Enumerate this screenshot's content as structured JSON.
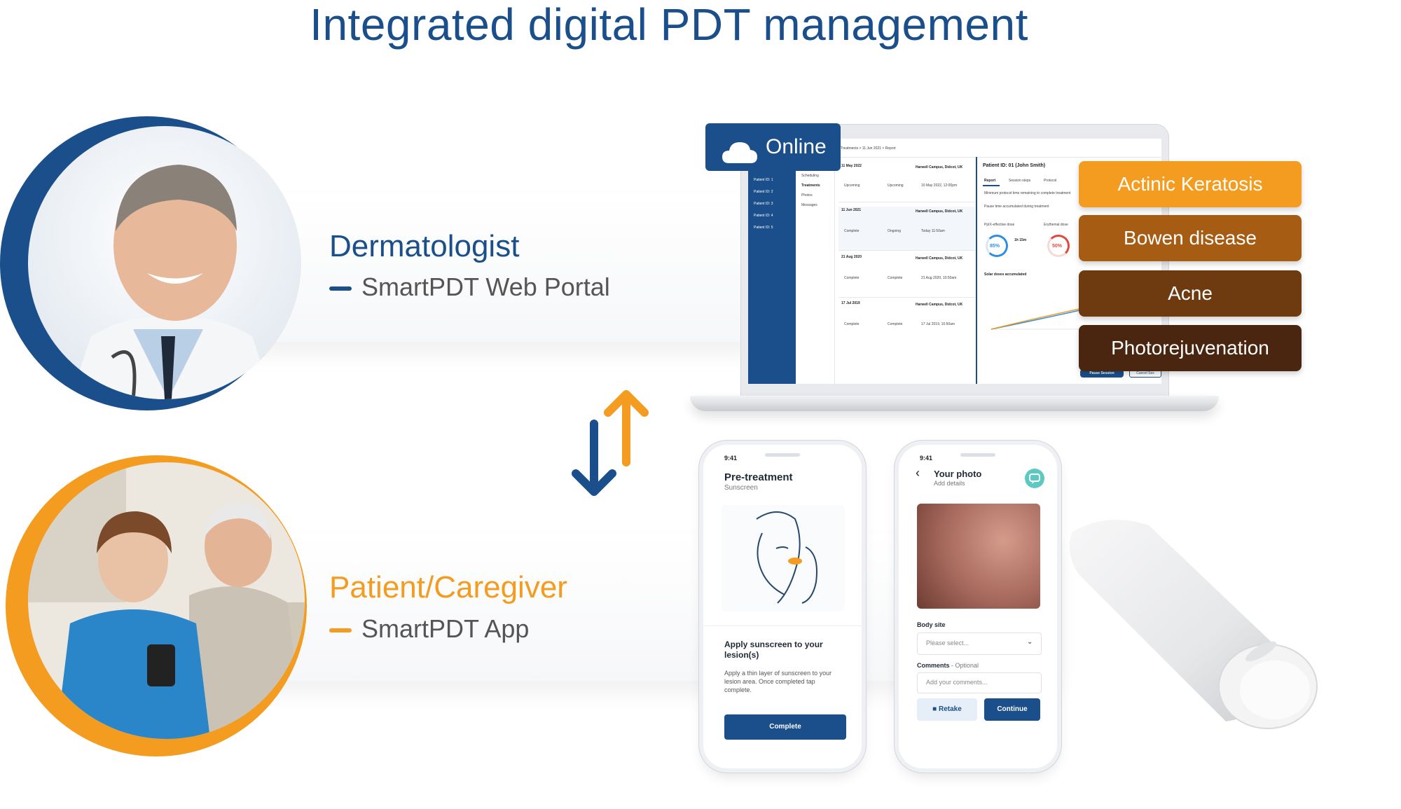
{
  "title": "Integrated digital PDT management",
  "dermatologist": {
    "role": "Dermatologist",
    "product": "SmartPDT Web Portal",
    "accent": "#1a4f8b"
  },
  "patient": {
    "role": "Patient/Caregiver",
    "product": "SmartPDT App",
    "accent": "#f39c1f"
  },
  "online_badge": {
    "label": "Online",
    "icon": "cloud-icon"
  },
  "indications": [
    {
      "label": "Actinic Keratosis",
      "color": "#f39c1f"
    },
    {
      "label": "Bowen disease",
      "color": "#a65c12"
    },
    {
      "label": "Acne",
      "color": "#6e3a10"
    },
    {
      "label": "Photorejuvenation",
      "color": "#4a2610"
    }
  ],
  "portal": {
    "breadcrumb": "Treatments > 11 Jun 2021 > Report",
    "patients": [
      "Patient ID: 1",
      "Patient ID: 2",
      "Patient ID: 3",
      "Patient ID: 4",
      "Patient ID: 5"
    ],
    "nav": [
      "Scheduling",
      "Treatments",
      "Photos",
      "Messages"
    ],
    "sessions": [
      {
        "date": "11 May 2022",
        "site": "Harwell Campus, Didcot, UK",
        "status": "Upcoming",
        "when": "10 May 2022, 12:00pm"
      },
      {
        "date": "11 Jun 2021",
        "site": "Harwell Campus, Didcot, UK",
        "status": "Complete",
        "when": "Today 11:50am"
      },
      {
        "date": "21 Aug 2020",
        "site": "Harwell Campus, Didcot, UK",
        "status": "Complete",
        "when": "21 Aug 2020, 10:50am"
      },
      {
        "date": "17 Jul 2019",
        "site": "Harwell Campus, Didcot, UK",
        "status": "Complete",
        "when": "17 Jul 2019, 10:50am"
      }
    ],
    "report": {
      "patient": "Patient ID: 01 (John Smith)",
      "tabs": [
        "Report",
        "Session steps",
        "Protocol"
      ],
      "line1": "Minimum protocol time remaining to complete treatment",
      "line2": "Pause time accumulated during treatment",
      "ppix_label": "PpIX-effective dose",
      "ppix_value": "85%",
      "ppix_time": "1h 15m",
      "erythemal_label": "Erythemal dose",
      "erythemal_value": "50%",
      "chart_title": "Solar doses accumulated",
      "pause_btn": "Pause Session",
      "cancel_btn": "Cancel Ses"
    }
  },
  "phone1": {
    "time": "9:41",
    "title": "Pre-treatment",
    "subtitle": "Sunscreen",
    "heading": "Apply sunscreen to your lesion(s)",
    "body": "Apply a thin layer of  sunscreen to your lesion area. Once completed tap complete.",
    "button": "Complete"
  },
  "phone2": {
    "time": "9:41",
    "title": "Your photo",
    "subtitle": "Add details",
    "body_site_label": "Body site",
    "body_site_placeholder": "Please select...",
    "comments_label": "Comments",
    "comments_optional": " - Optional",
    "comments_placeholder": "Add your comments...",
    "retake": "Retake",
    "continue": "Continue"
  }
}
